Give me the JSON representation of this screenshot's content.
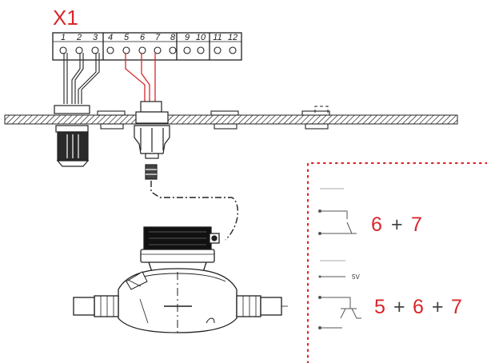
{
  "terminal_block": {
    "label": "X1",
    "terminals": [
      "1",
      "2",
      "3",
      "4",
      "5",
      "6",
      "7",
      "8",
      "9",
      "10",
      "11",
      "12"
    ]
  },
  "wiring_options": {
    "contact_formula": {
      "first": "6",
      "operator": "+",
      "second": "7"
    },
    "voltage_label": "5V",
    "sensor_formula": {
      "first": "5",
      "op1": "+",
      "second": "6",
      "op2": "+",
      "third": "7"
    }
  },
  "colors": {
    "accent_red": "#d9262b",
    "line": "#1f1f1f",
    "plus_gray": "#555555",
    "dotted_border": "#d9262b"
  }
}
